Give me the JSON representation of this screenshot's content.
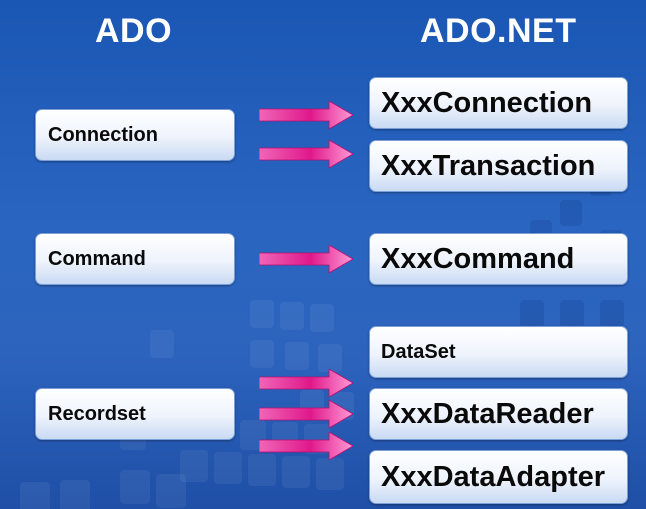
{
  "headings": {
    "left": "ADO",
    "right": "ADO.NET"
  },
  "left_boxes": [
    "Connection",
    "Command",
    "Recordset"
  ],
  "right_boxes": [
    "XxxConnection",
    "XxxTransaction",
    "XxxCommand",
    "DataSet",
    "XxxDataReader",
    "XxxDataAdapter"
  ],
  "colors": {
    "background": "#2a66c1",
    "arrow": "#e0188a",
    "box": "#ffffff"
  }
}
